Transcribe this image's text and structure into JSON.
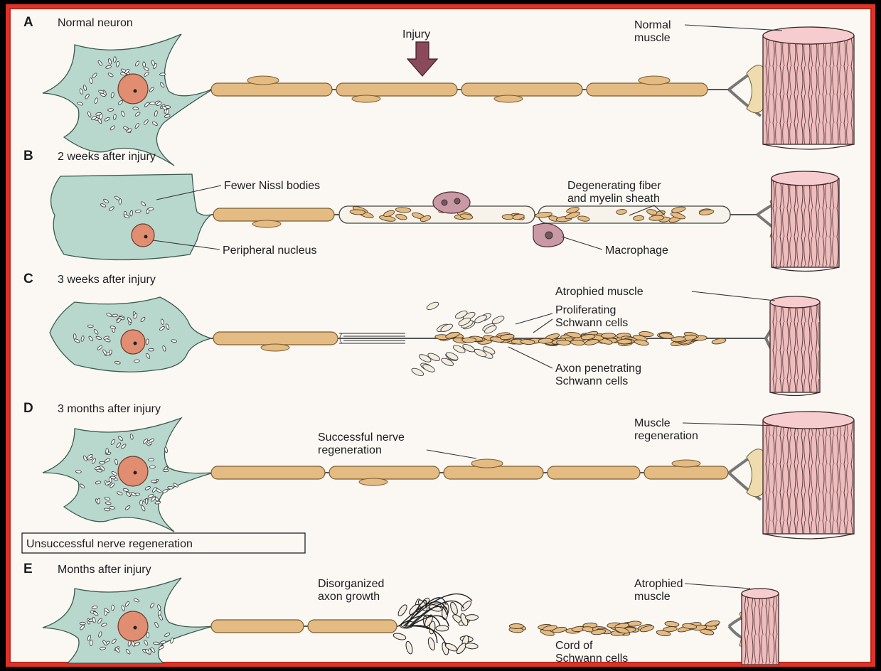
{
  "colors": {
    "neuron_body": "#b9d8cd",
    "nucleus": "#e08d72",
    "myelin": "#e3bb83",
    "muscle": "#eebdbd",
    "muscle_top": "#f6cccf",
    "macrophage": "#c99aa5",
    "injury_arrow": "#8a4a5c",
    "frame_red": "#e0321e"
  },
  "stages": [
    {
      "letter": "A",
      "title": "Normal neuron"
    },
    {
      "letter": "B",
      "title": "2 weeks after injury"
    },
    {
      "letter": "C",
      "title": "3 weeks after injury"
    },
    {
      "letter": "D",
      "title": "3 months after injury"
    },
    {
      "letter": "E",
      "title": "Months after injury"
    }
  ],
  "labels": {
    "injury": "Injury",
    "normal_muscle": [
      "Normal",
      "muscle"
    ],
    "fewer_nissl": "Fewer Nissl bodies",
    "peripheral_nucleus": "Peripheral nucleus",
    "degenerating": [
      "Degenerating fiber",
      "and myelin sheath"
    ],
    "macrophage": "Macrophage",
    "atrophied_muscle_c": "Atrophied muscle",
    "proliferating": [
      "Proliferating",
      "Schwann cells"
    ],
    "axon_penetrating": [
      "Axon penetrating",
      "Schwann cells"
    ],
    "successful": [
      "Successful nerve",
      "regeneration"
    ],
    "muscle_regeneration": [
      "Muscle",
      "regeneration"
    ],
    "unsuccessful_box": "Unsuccessful nerve regeneration",
    "disorganized": [
      "Disorganized",
      "axon growth"
    ],
    "atrophied_muscle_e": [
      "Atrophied",
      "muscle"
    ],
    "cord": [
      "Cord of",
      "Schwann cells"
    ]
  }
}
